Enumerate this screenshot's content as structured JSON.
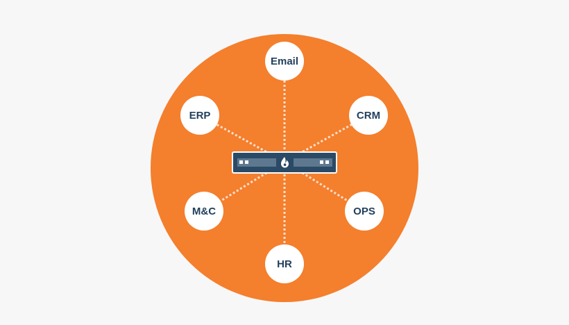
{
  "colors": {
    "background": "#f7f7f7",
    "circle": "#f47f2d",
    "node_fill": "#ffffff",
    "node_text": "#223f5c",
    "connector": "#fbe0cc",
    "hub_fill": "#2b4a66",
    "hub_border": "#ffffff",
    "hub_slot": "#5e7890",
    "hub_light": "#ffffff"
  },
  "hub": {
    "icon": "flame-icon"
  },
  "nodes": [
    {
      "id": "email",
      "label": "Email"
    },
    {
      "id": "erp",
      "label": "ERP"
    },
    {
      "id": "crm",
      "label": "CRM"
    },
    {
      "id": "mc",
      "label": "M&C"
    },
    {
      "id": "ops",
      "label": "OPS"
    },
    {
      "id": "hr",
      "label": "HR"
    }
  ]
}
